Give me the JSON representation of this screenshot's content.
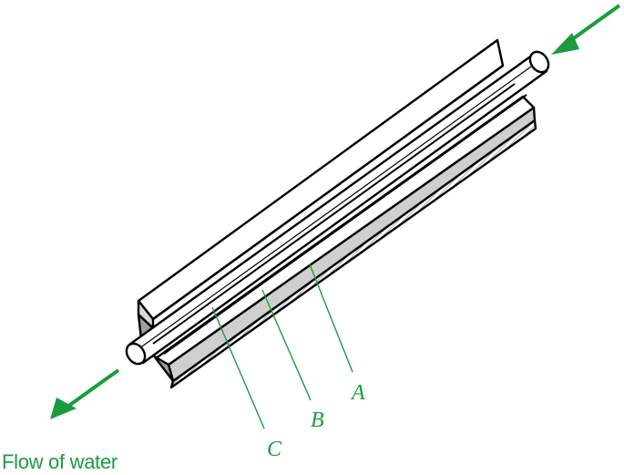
{
  "labels": {
    "a": "A",
    "b": "B",
    "c": "C"
  },
  "caption": "Flow of water",
  "colors": {
    "outline": "#000000",
    "annotation": "#1a9c3e",
    "shading": "#b8b8b8"
  }
}
